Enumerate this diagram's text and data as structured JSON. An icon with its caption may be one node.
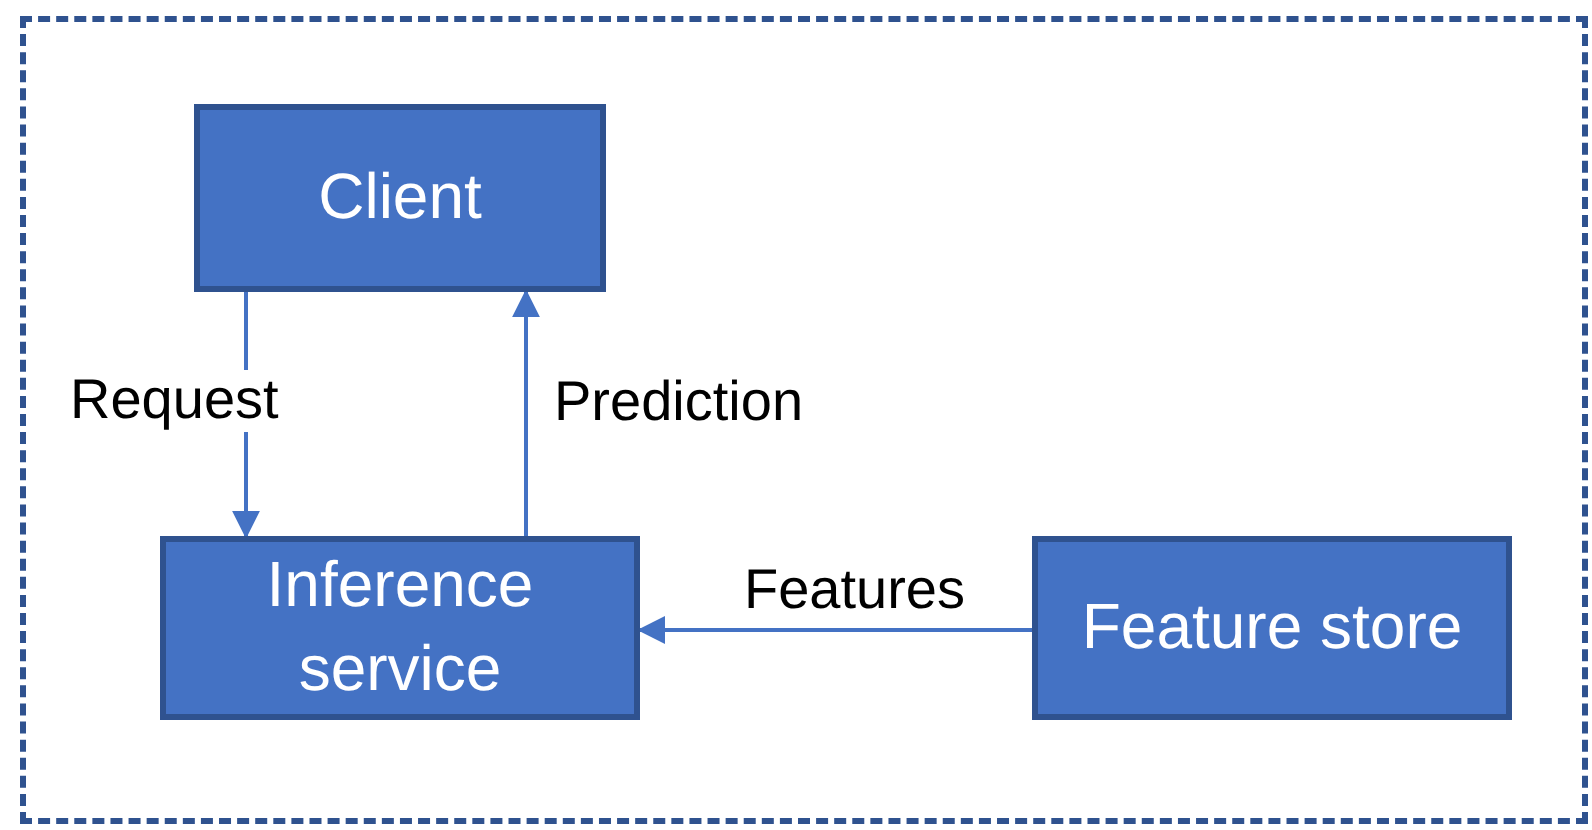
{
  "diagram": {
    "nodes": [
      {
        "text": [],
        "shape": "box"
      },
      {
        "text": [
          "Client"
        ],
        "in": 0
      },
      {
        "text": [
          "Inference service"
        ],
        "in": 0
      },
      {
        "text": [
          "Feature store"
        ],
        "in": 0
      }
    ],
    "edges": [
      {
        "from": 1,
        "to": 2,
        "arrow": "to",
        "label": "Request"
      },
      {
        "from": 2,
        "to": 1,
        "arrow": "to",
        "label": "Prediction"
      },
      {
        "from": 3,
        "to": 2,
        "arrow": "to",
        "label": "Features"
      }
    ]
  }
}
